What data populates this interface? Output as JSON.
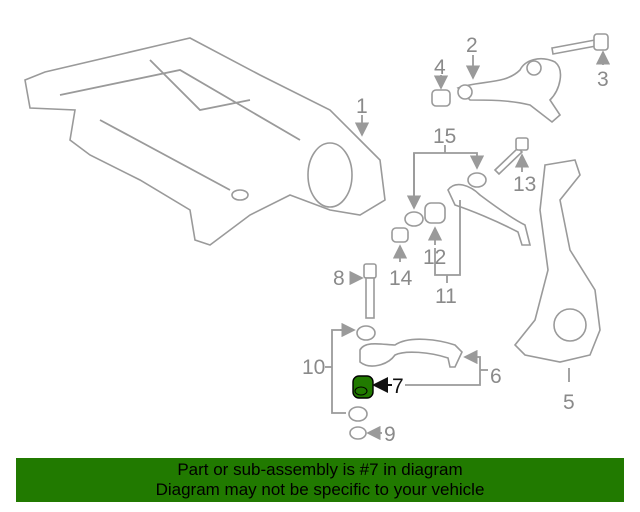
{
  "diagram": {
    "highlight_color": "#217a00",
    "highlighted_callout": "7",
    "callouts": {
      "c1": "1",
      "c2": "2",
      "c3": "3",
      "c4": "4",
      "c5": "5",
      "c6": "6",
      "c7": "7",
      "c8": "8",
      "c9": "9",
      "c10": "10",
      "c11": "11",
      "c12": "12",
      "c13": "13",
      "c14": "14",
      "c15": "15"
    }
  },
  "banner": {
    "line1": "Part or sub-assembly is #7 in diagram",
    "line2": "Diagram may not be specific to your vehicle"
  }
}
